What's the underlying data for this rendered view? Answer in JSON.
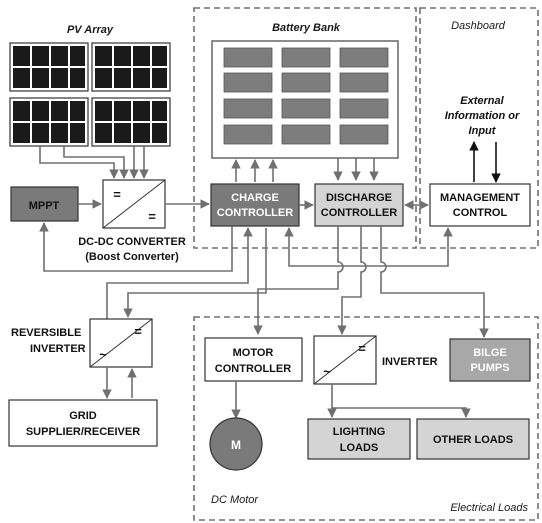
{
  "regions": {
    "pv_array": "PV Array",
    "battery_bank": "Battery Bank",
    "dashboard": "Dashboard",
    "dc_motor": "DC Motor",
    "electrical_loads": "Electrical Loads"
  },
  "blocks": {
    "mppt": "MPPT",
    "dcdc_symbol_in": "=",
    "dcdc_symbol_out": "=",
    "dcdc_line1": "DC-DC CONVERTER",
    "dcdc_line2": "(Boost Converter)",
    "charge_line1": "CHARGE",
    "charge_line2": "CONTROLLER",
    "discharge_line1": "DISCHARGE",
    "discharge_line2": "CONTROLLER",
    "mgmt_line1": "MANAGEMENT",
    "mgmt_line2": "CONTROL",
    "ext_line1": "External",
    "ext_line2": "Information or",
    "ext_line3": "Input",
    "rev_line1": "REVERSIBLE",
    "rev_line2": "INVERTER",
    "rev_symbol_dc": "=",
    "rev_symbol_ac": "~",
    "grid_line1": "GRID",
    "grid_line2": "SUPPLIER/RECEIVER",
    "motor_ctrl_line1": "MOTOR",
    "motor_ctrl_line2": "CONTROLLER",
    "motor": "M",
    "inverter": "INVERTER",
    "inv_symbol_dc": "=",
    "inv_symbol_ac": "~",
    "bilge_line1": "BILGE",
    "bilge_line2": "PUMPS",
    "lighting_line1": "LIGHTING",
    "lighting_line2": "LOADS",
    "other_loads": "OTHER LOADS"
  },
  "colors": {
    "line": "#707070",
    "dark_block": "#7a7a7a",
    "mid_block": "#a8a8a8",
    "light_block": "#d4d4d4",
    "panel": "#1a1a1a",
    "battery_cell": "#7d7d7d",
    "dashed": "#707070",
    "text": "#1a1a1a"
  }
}
